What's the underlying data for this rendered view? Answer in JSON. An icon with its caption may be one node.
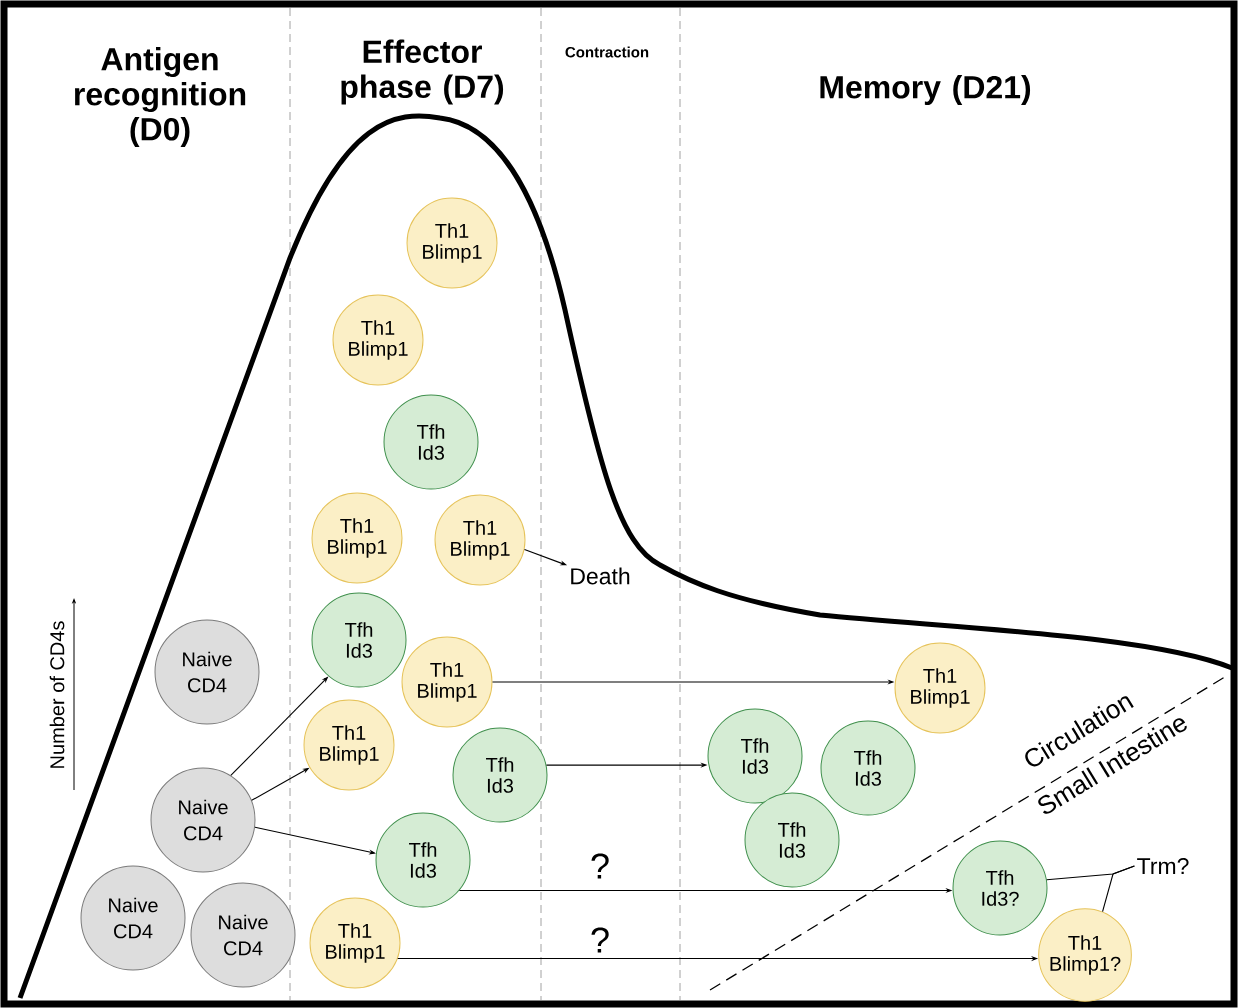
{
  "diagram": {
    "nodes": [
      {
        "text": [
          "Th1 Blimp1"
        ]
      },
      {
        "text": [
          "Th1 Blimp1"
        ]
      },
      {
        "text": [
          "Tfh Id3"
        ]
      },
      {
        "text": [
          "Th1 Blimp1"
        ]
      },
      {
        "text": [
          "Th1 Blimp1"
        ]
      },
      {
        "text": [
          "Death"
        ]
      },
      {
        "text": [
          "Naive CD4"
        ]
      },
      {
        "text": [
          "Tfh Id3"
        ]
      },
      {
        "text": [
          "Th1 Blimp1"
        ]
      },
      {
        "text": [
          "Th1 Blimp1"
        ]
      },
      {
        "text": [
          "Th1 Blimp1"
        ]
      },
      {
        "text": [
          "Tfh Id3"
        ]
      },
      {
        "text": [
          "Tfh Id3"
        ]
      },
      {
        "text": [
          "Tfh Id3"
        ]
      },
      {
        "text": [
          "Naive CD4"
        ]
      },
      {
        "text": [
          "Tfh Id3"
        ]
      },
      {
        "text": [
          "Tfh Id3"
        ]
      },
      {
        "text": [
          "Tfh Id3?"
        ]
      },
      {
        "text": [
          "Naive CD4"
        ]
      },
      {
        "text": [
          "Naive CD4"
        ]
      },
      {
        "text": [
          "Th1 Blimp1"
        ]
      },
      {
        "text": [
          "Trm?"
        ]
      },
      {
        "text": [
          "Th1 Blimp1?"
        ]
      }
    ],
    "edges": [
      {
        "from": 4,
        "to": 5,
        "arrow": "to"
      },
      {
        "from": 14,
        "to": 7,
        "arrow": "to"
      },
      {
        "from": 14,
        "to": 10,
        "arrow": "to"
      },
      {
        "from": 14,
        "to": 16,
        "arrow": "to"
      },
      {
        "from": 8,
        "to": 9,
        "arrow": "to"
      },
      {
        "from": 13,
        "to": 11,
        "arrow": "to"
      },
      {
        "from": 16,
        "to": 17,
        "arrow": "to"
      },
      {
        "from": 20,
        "to": 22,
        "arrow": "to"
      },
      {
        "from": 17,
        "to": 21,
        "arrow": "none"
      },
      {
        "from": 22,
        "to": 21,
        "arrow": "none"
      }
    ],
    "labels": [
      "Antigen recognition (D0)",
      "Effector phase (D7)",
      "Contraction",
      "Memory (D21)",
      "Number of CD4s",
      "Circulation",
      "Small Intestine",
      "?",
      "?"
    ]
  }
}
